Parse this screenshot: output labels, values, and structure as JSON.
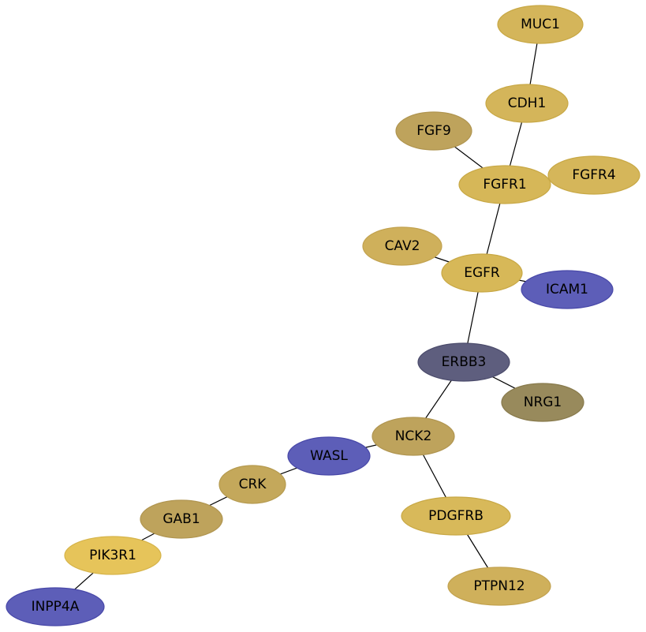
{
  "nodes": [
    {
      "id": "MUC1",
      "label": "MUC1",
      "fill": "#d4b55a",
      "stroke": "#c8a845"
    },
    {
      "id": "CDH1",
      "label": "CDH1",
      "fill": "#d4b55a",
      "stroke": "#c8a845"
    },
    {
      "id": "FGF9",
      "label": "FGF9",
      "fill": "#bea35c",
      "stroke": "#b09550"
    },
    {
      "id": "FGFR1",
      "label": "FGFR1",
      "fill": "#d6b758",
      "stroke": "#c8a845"
    },
    {
      "id": "FGFR4",
      "label": "FGFR4",
      "fill": "#d5b65a",
      "stroke": "#c8a845"
    },
    {
      "id": "CAV2",
      "label": "CAV2",
      "fill": "#cfb05b",
      "stroke": "#c2a24f"
    },
    {
      "id": "EGFR",
      "label": "EGFR",
      "fill": "#d7b858",
      "stroke": "#c8a845"
    },
    {
      "id": "ICAM1",
      "label": "ICAM1",
      "fill": "#5d5eb8",
      "stroke": "#4848a8"
    },
    {
      "id": "ERBB3",
      "label": "ERBB3",
      "fill": "#5e5e7e",
      "stroke": "#4c4c6c"
    },
    {
      "id": "NRG1",
      "label": "NRG1",
      "fill": "#988a5c",
      "stroke": "#887a4c"
    },
    {
      "id": "NCK2",
      "label": "NCK2",
      "fill": "#bea35c",
      "stroke": "#b09550"
    },
    {
      "id": "WASL",
      "label": "WASL",
      "fill": "#5d5eb8",
      "stroke": "#4848a8"
    },
    {
      "id": "CRK",
      "label": "CRK",
      "fill": "#c4a85b",
      "stroke": "#b59a4f"
    },
    {
      "id": "GAB1",
      "label": "GAB1",
      "fill": "#bea35c",
      "stroke": "#b09550"
    },
    {
      "id": "PIK3R1",
      "label": "PIK3R1",
      "fill": "#e6c45a",
      "stroke": "#d6b44a"
    },
    {
      "id": "INPP4A",
      "label": "INPP4A",
      "fill": "#5d5eb8",
      "stroke": "#4848a8"
    },
    {
      "id": "PDGFRB",
      "label": "PDGFRB",
      "fill": "#d8b95a",
      "stroke": "#c8a845"
    },
    {
      "id": "PTPN12",
      "label": "PTPN12",
      "fill": "#cfb05b",
      "stroke": "#c2a24f"
    }
  ],
  "edges": [
    [
      "MUC1",
      "CDH1"
    ],
    [
      "CDH1",
      "FGFR1"
    ],
    [
      "FGF9",
      "FGFR1"
    ],
    [
      "FGFR1",
      "FGFR4"
    ],
    [
      "FGFR1",
      "EGFR"
    ],
    [
      "CAV2",
      "EGFR"
    ],
    [
      "EGFR",
      "ICAM1"
    ],
    [
      "EGFR",
      "ERBB3"
    ],
    [
      "ERBB3",
      "NRG1"
    ],
    [
      "ERBB3",
      "NCK2"
    ],
    [
      "NCK2",
      "WASL"
    ],
    [
      "NCK2",
      "PDGFRB"
    ],
    [
      "PDGFRB",
      "PTPN12"
    ],
    [
      "WASL",
      "CRK"
    ],
    [
      "CRK",
      "GAB1"
    ],
    [
      "GAB1",
      "PIK3R1"
    ],
    [
      "PIK3R1",
      "INPP4A"
    ]
  ]
}
